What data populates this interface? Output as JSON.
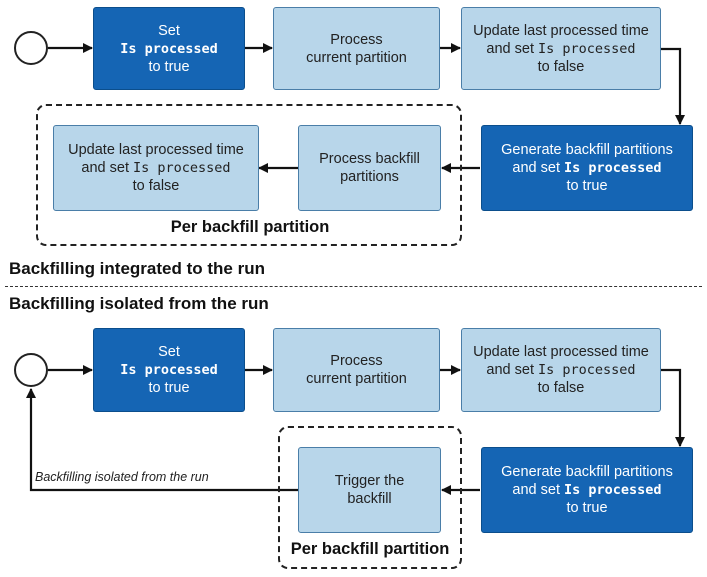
{
  "top": {
    "set_box": {
      "line1": "Set",
      "code": "Is processed",
      "line2": "to true"
    },
    "process_box": {
      "line1": "Process",
      "line2": "current partition"
    },
    "update_box": {
      "line1": "Update last processed time",
      "line2_prefix": "and set ",
      "code": "Is processed",
      "line3": "to false"
    },
    "generate_box": {
      "line1": "Generate backfill partitions",
      "line2_prefix": "and set ",
      "code": "Is processed",
      "line3": "to true"
    },
    "backfill_process_box": {
      "line1": "Process backfill",
      "line2": "partitions"
    },
    "backfill_update_box": {
      "line1": "Update last processed time",
      "line2_prefix": "and set ",
      "code": "Is processed",
      "line3": "to false"
    },
    "group_label": "Per backfill partition",
    "section_title": "Backfilling integrated to the run"
  },
  "bottom": {
    "section_title": "Backfilling isolated from the run",
    "set_box": {
      "line1": "Set",
      "code": "Is processed",
      "line2": "to true"
    },
    "process_box": {
      "line1": "Process",
      "line2": "current partition"
    },
    "update_box": {
      "line1": "Update last processed time",
      "line2_prefix": "and set ",
      "code": "Is processed",
      "line3": "to false"
    },
    "generate_box": {
      "line1": "Generate backfill partitions",
      "line2_prefix": "and set ",
      "code": "Is processed",
      "line3": "to true"
    },
    "trigger_box": {
      "line1": "Trigger the",
      "line2": "backfill"
    },
    "group_label": "Per backfill partition",
    "return_label": "Backfilling isolated from the run"
  },
  "colors": {
    "light_box": "#b8d6ea",
    "dark_box": "#1565b4",
    "line": "#111111"
  }
}
